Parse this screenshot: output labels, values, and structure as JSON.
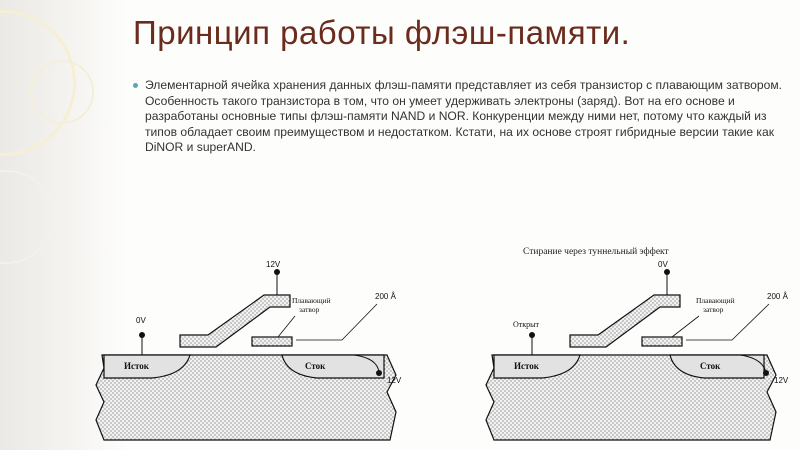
{
  "title": "Принцип работы флэш-памяти.",
  "paragraph": "Элементарной ячейка хранения данных флэш-памяти представляет из себя транзистор с плавающим затвором. Особенность такого транзистора в том, что он умеет удерживать электроны (заряд). Вот на его основе и разработаны основные типы флэш-памяти NAND и NOR. Конкуренции между ними нет, потому что каждый из типов обладает своим преимуществом и недостатком. Кстати, на их основе строят гибридные версии такие как DiNOR и superAND.",
  "diagram1": {
    "gate_voltage": "12V",
    "source_voltage": "0V",
    "floating_gate_label_1": "Плавающий",
    "floating_gate_label_2": "затвор",
    "thickness": "200 Å",
    "source": "Исток",
    "drain": "Сток",
    "drain_voltage": "12V"
  },
  "diagram2": {
    "caption": "Стирание через туннельный эффект",
    "gate_voltage": "0V",
    "source_state": "Открыт",
    "floating_gate_label_1": "Плавающий",
    "floating_gate_label_2": "затвор",
    "thickness": "200 Å",
    "source": "Исток",
    "drain": "Сток",
    "drain_voltage": "12V"
  },
  "colors": {
    "title": "#6b2b1d",
    "bullet": "#5aa7b5",
    "text": "#333333"
  }
}
